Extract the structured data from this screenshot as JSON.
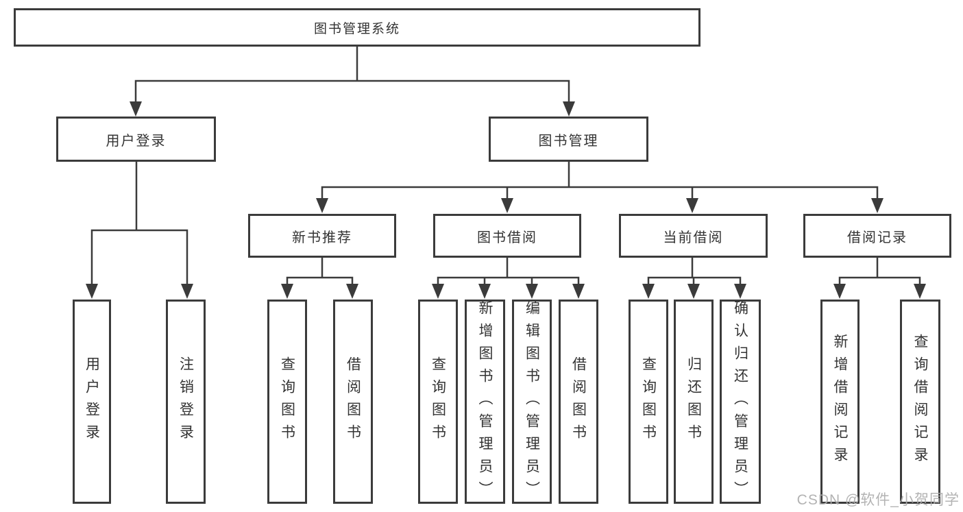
{
  "tree": {
    "root_label": "图书管理系统",
    "user_login": {
      "label": "用户登录",
      "children": [
        "用户登录",
        "注销登录"
      ]
    },
    "book_management": {
      "label": "图书管理",
      "modules": [
        {
          "label": "新书推荐",
          "children": [
            "查询图书",
            "借阅图书"
          ]
        },
        {
          "label": "图书借阅",
          "children": [
            "查询图书",
            "新增图书（管理员）",
            "编辑图书（管理员）",
            "借阅图书"
          ]
        },
        {
          "label": "当前借阅",
          "children": [
            "查询图书",
            "归还图书",
            "确认归还（管理员）"
          ]
        },
        {
          "label": "借阅记录",
          "children": [
            "新增借阅记录",
            "查询借阅记录"
          ]
        }
      ]
    }
  },
  "watermark": {
    "text": "CSDN @软件_小贺同学"
  },
  "colors": {
    "line": "#3b3b3b",
    "border": "#3b3b3b",
    "text": "#333333",
    "background": "#ffffff",
    "watermark": "#acacac"
  }
}
